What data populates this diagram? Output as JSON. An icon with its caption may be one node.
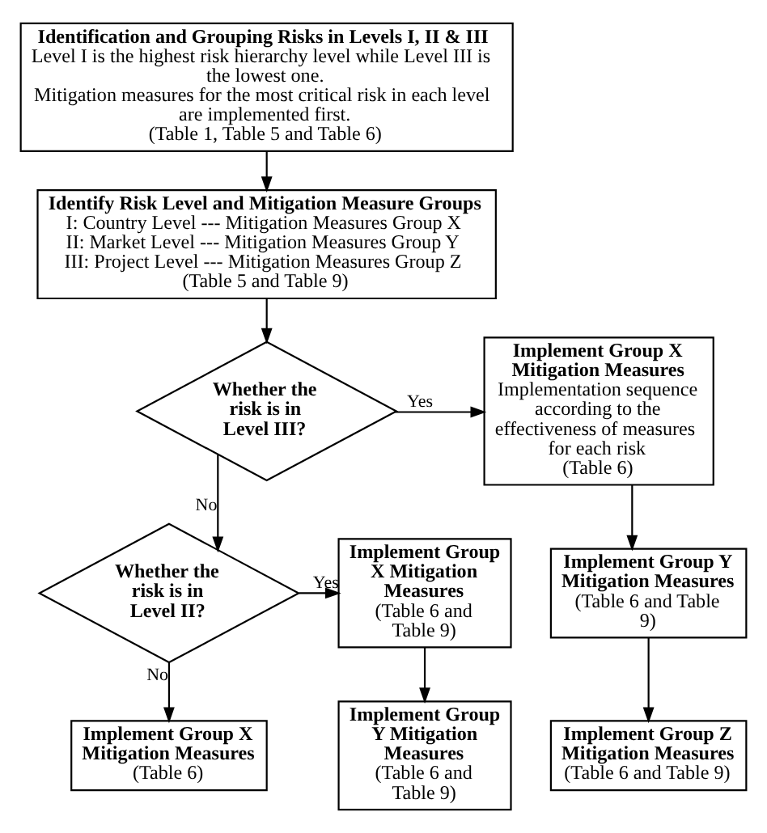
{
  "diagram": {
    "nodes": [
      {
        "text": [
          "Identification and Grouping Risks in Levels I, II & III",
          "Level I is the highest risk hierarchy level while Level III is the lowest one.",
          "Mitigation measures for the most critical risk in each level are implemented first.",
          "(Table 1, Table 5 and Table 6)"
        ]
      },
      {
        "text": [
          "Identify Risk Level and Mitigation Measure Groups",
          "I: Country Level --- Mitigation Measures Group X",
          "II: Market Level --- Mitigation Measures Group Y",
          "III: Project Level --- Mitigation Measures Group Z",
          "(Table 5 and Table 9)"
        ]
      },
      {
        "text": [
          "Whether the risk is in Level III?"
        ]
      },
      {
        "text": [
          "Implement Group X Mitigation Measures",
          "Implementation sequence according to the effectiveness of measures for each risk",
          "(Table 6)"
        ]
      },
      {
        "text": [
          "Implement Group Y Mitigation Measures",
          "(Table 6 and Table 9)"
        ]
      },
      {
        "text": [
          "Implement Group Z Mitigation Measures",
          "(Table 6 and Table 9)"
        ]
      },
      {
        "text": [
          "Whether the risk is in Level II?"
        ]
      },
      {
        "text": [
          "Implement Group X Mitigation Measures",
          "(Table 6 and Table 9)"
        ]
      },
      {
        "text": [
          "Implement Group Y Mitigation Measures",
          "(Table 6 and Table 9)"
        ]
      },
      {
        "text": [
          "Implement Group X Mitigation Measures",
          "(Table 6)"
        ]
      }
    ],
    "edges": [
      {
        "from": 0,
        "to": 1,
        "arrow": "to"
      },
      {
        "from": 1,
        "to": 2,
        "arrow": "to"
      },
      {
        "from": 2,
        "to": 3,
        "arrow": "to",
        "label": "Yes"
      },
      {
        "from": 3,
        "to": 4,
        "arrow": "to"
      },
      {
        "from": 4,
        "to": 5,
        "arrow": "to"
      },
      {
        "from": 2,
        "to": 6,
        "arrow": "to",
        "label": "No"
      },
      {
        "from": 6,
        "to": 7,
        "arrow": "to",
        "label": "Yes"
      },
      {
        "from": 7,
        "to": 8,
        "arrow": "to"
      },
      {
        "from": 6,
        "to": 9,
        "arrow": "to",
        "label": "No"
      }
    ]
  }
}
